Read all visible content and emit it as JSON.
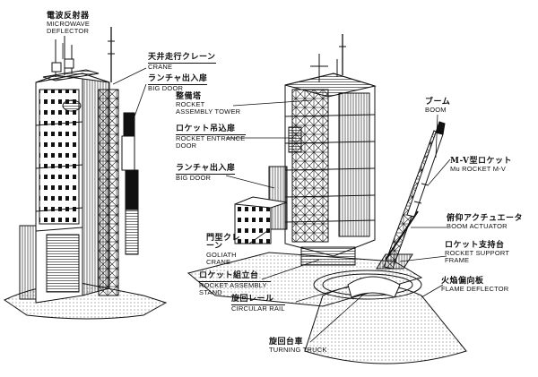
{
  "labels": {
    "microwave_deflector": {
      "jp": "電波反射器",
      "en": "MICROWAVE DEFLECTOR"
    },
    "crane": {
      "jp": "天井走行クレーン",
      "en": "CRANE"
    },
    "big_door_top": {
      "jp": "ランチャ出入扉",
      "en": "BIG DOOR"
    },
    "rocket_assembly_tower": {
      "jp": "整備塔",
      "en": "ROCKET ASSEMBLY TOWER"
    },
    "rocket_entrance_door": {
      "jp": "ロケット吊込扉",
      "en": "ROCKET ENTRANCE DOOR"
    },
    "big_door_mid": {
      "jp": "ランチャ出入扉",
      "en": "BIG DOOR"
    },
    "goliath_crane": {
      "jp": "門型クレーン",
      "en": "GOLIATH CRANE"
    },
    "rocket_assembly_stand": {
      "jp": "ロケット組立台",
      "en": "ROCKET ASSEMBLY STAND"
    },
    "circular_rail": {
      "jp": "旋回レール",
      "en": "CIRCULAR RAIL"
    },
    "turning_truck": {
      "jp": "旋回台車",
      "en": "TURNING TRUCK"
    },
    "boom": {
      "jp": "ブーム",
      "en": "BOOM"
    },
    "mu_rocket": {
      "jp": "M-V型ロケット",
      "en": "Mu ROCKET M-V"
    },
    "boom_actuator": {
      "jp": "俯仰アクチュエータ",
      "en": "BOOM ACTUATOR"
    },
    "rocket_support_frame": {
      "jp": "ロケット支持台",
      "en": "ROCKET SUPPORT FRAME"
    },
    "flame_deflector": {
      "jp": "火焔偏向板",
      "en": "FLAME DEFLECTOR"
    }
  },
  "colors": {
    "ink": "#111111",
    "paper": "#ffffff",
    "shade": "#cfcfcf"
  }
}
